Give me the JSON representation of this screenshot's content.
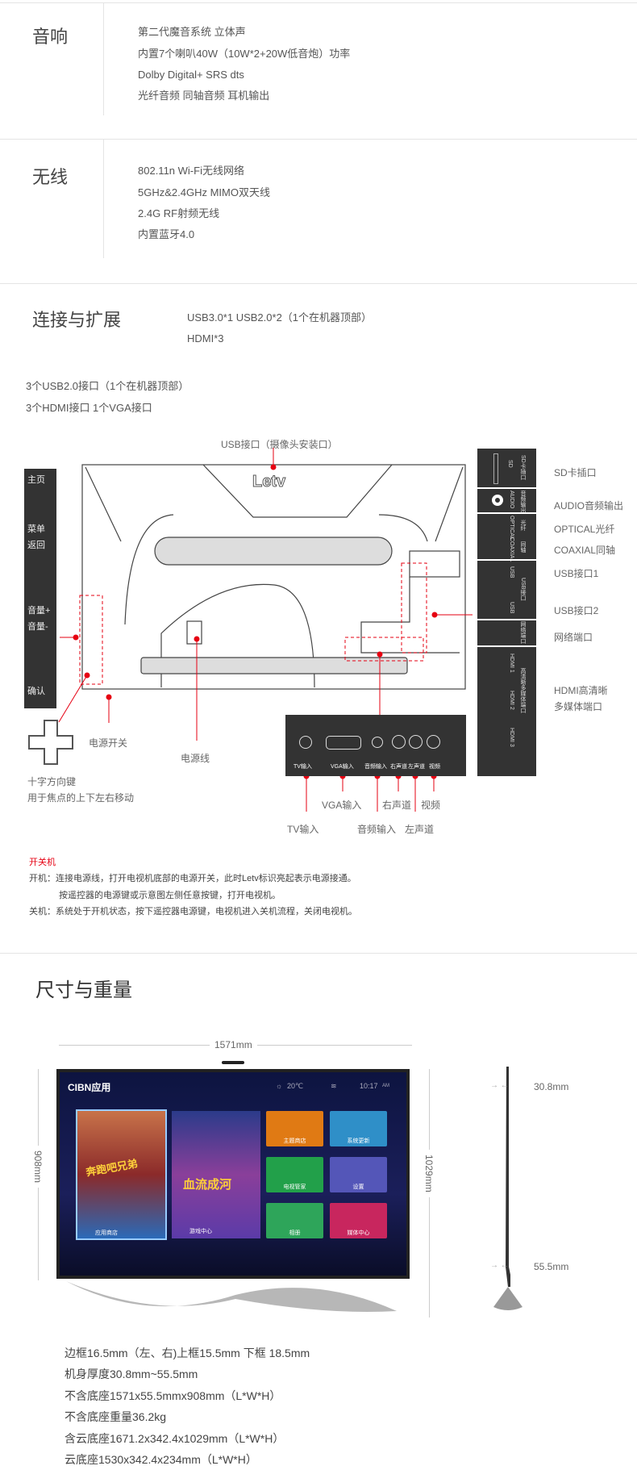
{
  "audio": {
    "title": "音响",
    "lines": [
      "第二代魔音系统 立体声",
      "内置7个喇叭40W（10W*2+20W低音炮）功率",
      "Dolby Digital+  SRS  dts",
      "光纤音频 同轴音频 耳机输出"
    ]
  },
  "wireless": {
    "title": "无线",
    "lines": [
      "802.11n Wi-Fi无线网络",
      "5GHz&2.4GHz MIMO双天线",
      "2.4G RF射频无线",
      "内置蓝牙4.0"
    ]
  },
  "connect": {
    "title": "连接与扩展",
    "lines": [
      "USB3.0*1 USB2.0*2（1个在机器顶部）",
      "HDMI*3"
    ],
    "notes": [
      "3个USB2.0接口（1个在机器顶部）",
      "3个HDMI接口 1个VGA接口"
    ]
  },
  "diagram": {
    "top_label": "USB接口（摄像头安装口）",
    "logo": "Letv",
    "left_buttons": [
      "主页",
      "菜单",
      "返回",
      "音量+",
      "音量-",
      "确认"
    ],
    "right_labels": [
      "SD卡插口",
      "AUDIO音频输出",
      "OPTICAL光纤",
      "COAXIAL同轴",
      "USB接口1",
      "USB接口2",
      "网络端口",
      "HDMI高清晰",
      "多媒体端口"
    ],
    "right_panel": [
      "SD",
      "SD卡插口",
      "AUDIO",
      "音频输出",
      "OPTICAL",
      "光纤",
      "COAXIAL",
      "同轴",
      "USB",
      "USB",
      "USB接口",
      "网络端口",
      "HDMI 1",
      "HDMI 2",
      "HDMI 3",
      "高清晰多媒体端口"
    ],
    "bottom_panel": [
      "TV输入",
      "VGA输入",
      "音频输入",
      "右声道",
      "左声道",
      "视频"
    ],
    "bottom_labels_row1": [
      "VGA输入",
      "右声道",
      "视频"
    ],
    "bottom_labels_row2": [
      "TV输入",
      "音频输入",
      "左声道"
    ],
    "power_switch": "电源开关",
    "power_cord": "电源线",
    "dpad_title": "十字方向键",
    "dpad_desc": "用于焦点的上下左右移动",
    "accent": "#e60012"
  },
  "power": {
    "title": "开关机",
    "lines": [
      "开机：连接电源线，打开电视机底部的电源开关，此时Letv标识亮起表示电源接通。",
      "按遥控器的电源键或示意图左侧任意按键，打开电视机。",
      "关机：系统处于开机状态，按下遥控器电源键，电视机进入关机流程，关闭电视机。"
    ]
  },
  "size": {
    "title": "尺寸与重量",
    "width": "1571mm",
    "height": "908mm",
    "height_with_base": "1029mm",
    "thin": "30.8mm",
    "thick": "55.5mm",
    "screen": {
      "brand": "CIBN应用",
      "temp": "20℃",
      "time": "10:17",
      "ampm": "AM",
      "tiles": [
        "应用商店",
        "游戏中心",
        "主题商店",
        "系统更新",
        "电视管家",
        "设置",
        "相册",
        "媒体中心"
      ],
      "banner1": "奔跑吧兄弟",
      "banner2": "血流成河"
    },
    "specs": [
      "边框16.5mm（左、右)上框15.5mm 下框 18.5mm",
      "机身厚度30.8mm~55.5mm",
      "不含底座1571x55.5mmx908mm（L*W*H）",
      "不含底座重量36.2kg",
      "含云底座1671.2x342.4x1029mm（L*W*H）",
      "云底座1530x342.4x234mm（L*W*H）"
    ]
  }
}
